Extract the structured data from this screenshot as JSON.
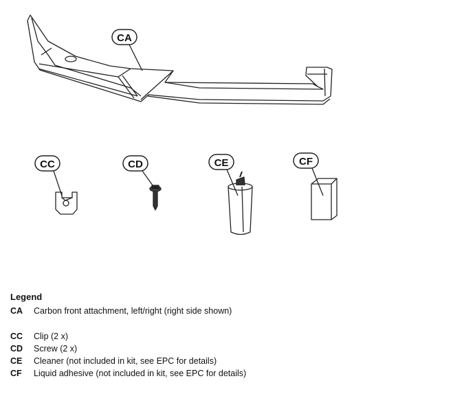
{
  "callouts": {
    "ca": "CA",
    "cc": "CC",
    "cd": "CD",
    "ce": "CE",
    "cf": "CF"
  },
  "legend": {
    "title": "Legend",
    "items": [
      {
        "code": "CA",
        "desc": "Carbon front attachment, left/right (right side shown)"
      },
      {
        "code": "CC",
        "desc": "Clip (2 x)"
      },
      {
        "code": "CD",
        "desc": "Screw (2 x)"
      },
      {
        "code": "CE",
        "desc": "Cleaner (not included in kit, see EPC for details)"
      },
      {
        "code": "CF",
        "desc": "Liquid adhesive (not included in kit, see EPC for details)"
      }
    ]
  }
}
